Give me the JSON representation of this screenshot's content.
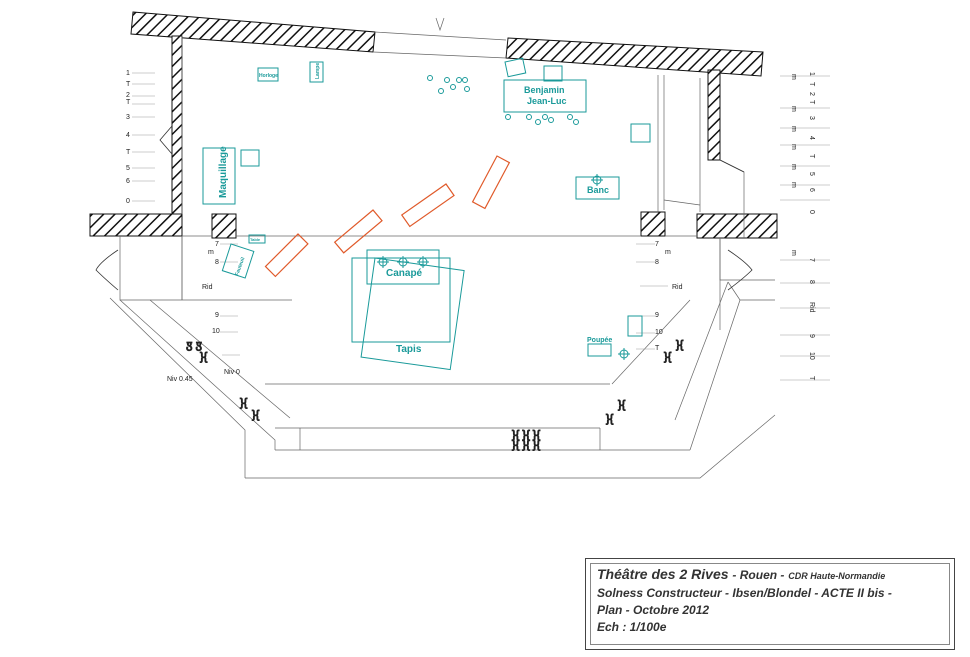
{
  "plan": {
    "areas": {
      "maquillage": "Maquillage",
      "horloge": "Horloge",
      "lampe": "Lampe",
      "benjamin": "Benjamin",
      "jean_luc": "Jean-Luc",
      "banc": "Banc",
      "canape": "Canapé",
      "tapis": "Tapis",
      "poupee": "Poupée",
      "fauteuil": "Fauteuil",
      "petite_table": "Table"
    },
    "levels": {
      "niv_045": "Niv 0.45",
      "niv_0": "Niv 0"
    },
    "rail_labels_left": [
      "1",
      "T",
      "2",
      "T",
      "3",
      "4",
      "T",
      "5",
      "6",
      "0"
    ],
    "rail_labels_right": [
      "1",
      "T",
      "2",
      "T",
      "3",
      "4",
      "T",
      "5",
      "6",
      "0",
      "7",
      "8",
      "Rid",
      "9",
      "10",
      "T"
    ],
    "right_rail_rot_labels": [
      "m",
      "m",
      "m",
      "m",
      "m",
      "m",
      "m"
    ],
    "inner_left_labels": [
      "7",
      "m",
      "8",
      "Rid",
      "9",
      "10"
    ],
    "inner_right_labels": [
      "7",
      "m",
      "8",
      "Rid",
      "9",
      "10",
      "T"
    ]
  },
  "title_block": {
    "theatre": "Théâtre des 2 Rives",
    "city": "- Rouen -",
    "cdr": "CDR Haute-Normandie",
    "line2": "Solness Constructeur  - Ibsen/Blondel - ACTE II bis -",
    "line3": "Plan - Octobre 2012",
    "line4": "Ech : 1/100e"
  },
  "colors": {
    "teal": "#1a9a9a",
    "orange": "#e05a2a",
    "line": "#555555"
  }
}
